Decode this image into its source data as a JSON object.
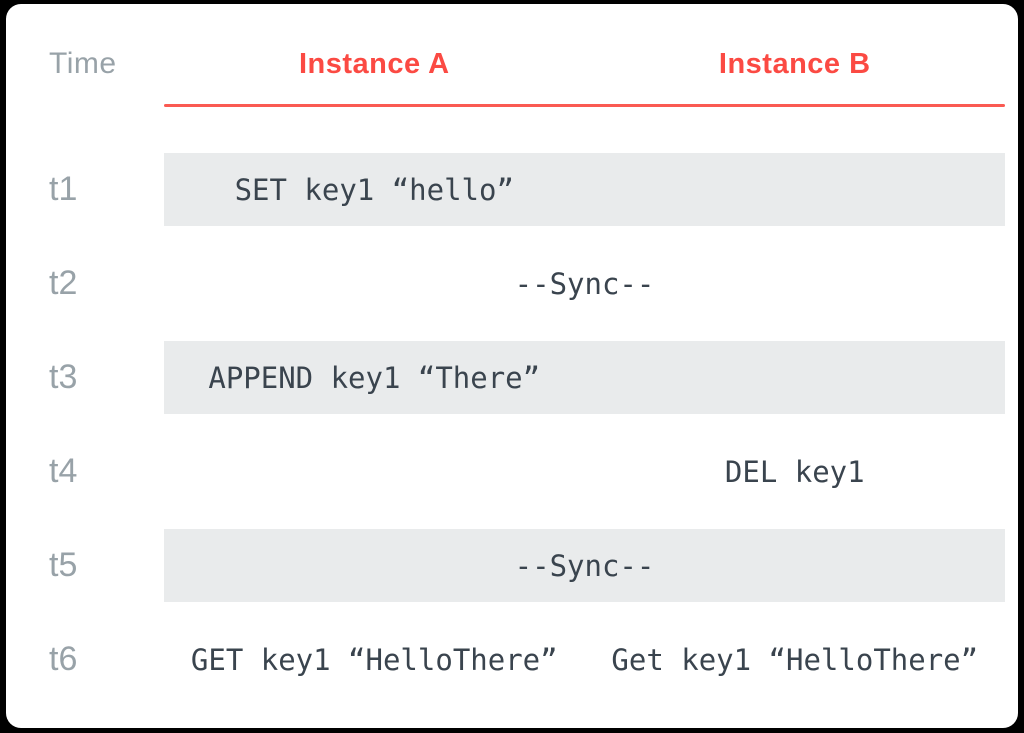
{
  "figure": {
    "time_header": "Time",
    "columns": [
      {
        "label": "Instance A"
      },
      {
        "label": "Instance B"
      }
    ],
    "rows": [
      {
        "time": "t1",
        "a": "SET key1 “hello”"
      },
      {
        "time": "t2",
        "center": "--Sync--"
      },
      {
        "time": "t3",
        "a": "APPEND key1 “There”"
      },
      {
        "time": "t4",
        "b": "DEL key1"
      },
      {
        "time": "t5",
        "center": "--Sync--"
      },
      {
        "time": "t6",
        "a": "GET key1 “HelloThere”",
        "b": "Get key1 “HelloThere”"
      }
    ]
  },
  "colors": {
    "accent_red": "#fb4a43",
    "rule_red": "#fa5a52",
    "shaded_row_bg": "#e9ebec",
    "command_text": "#3a444e",
    "time_text": "#98a2a8",
    "card_bg": "#ffffff",
    "frame_bg": "#000000"
  }
}
